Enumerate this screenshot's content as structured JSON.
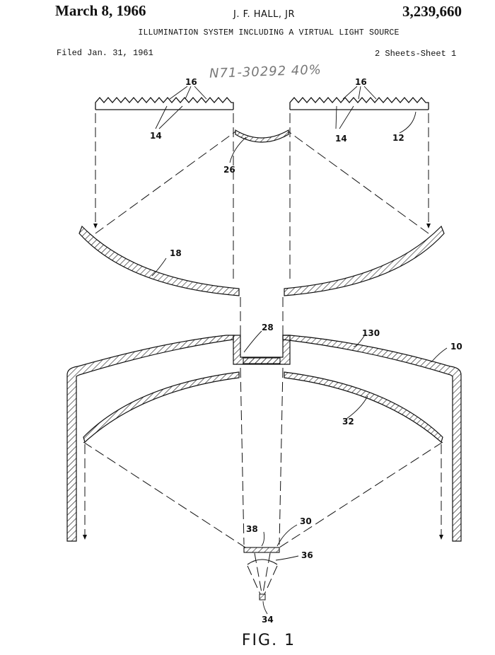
{
  "header": {
    "date": "March 8, 1966",
    "inventor": "J. F. HALL, JR",
    "patent_number": "3,239,660",
    "title": "ILLUMINATION SYSTEM INCLUDING A VIRTUAL LIGHT SOURCE",
    "filed": "Filed Jan. 31, 1961",
    "sheet": "2 Sheets-Sheet 1"
  },
  "handwritten_note": "N71-30292 40%",
  "figure_label": "FIG. 1",
  "reference_numerals": {
    "n16_left": "16",
    "n14_left": "14",
    "n16_right": "16",
    "n14_right": "14",
    "n12": "12",
    "n26": "26",
    "n18": "18",
    "n28": "28",
    "n130": "130",
    "n10": "10",
    "n32": "32",
    "n38": "38",
    "n30": "30",
    "n36": "36",
    "n34": "34"
  }
}
